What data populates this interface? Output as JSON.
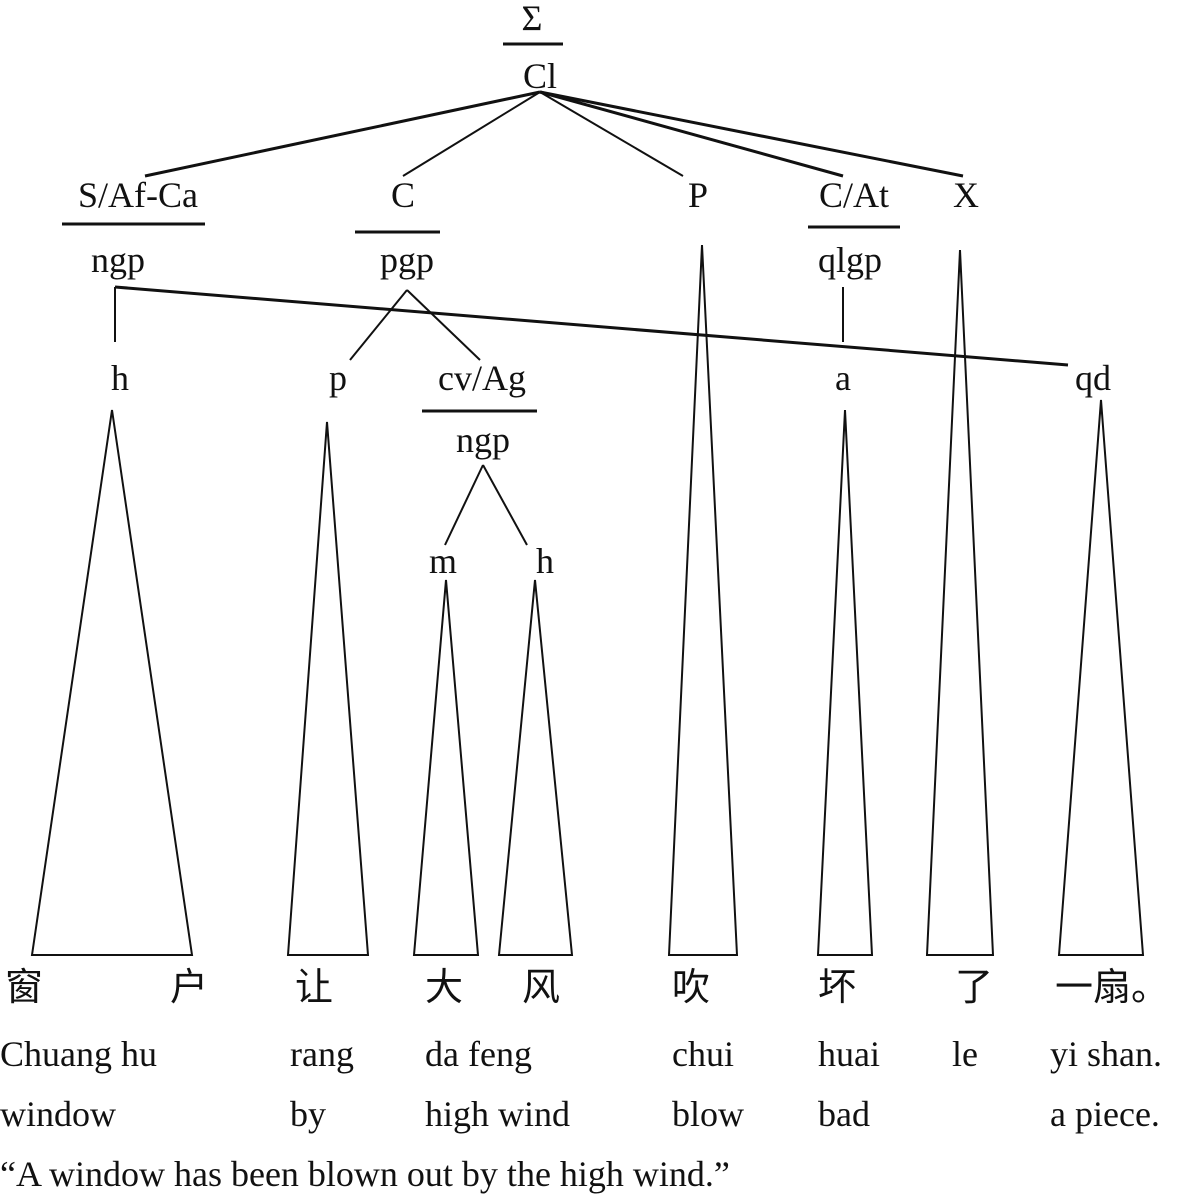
{
  "tree": {
    "root_function": "Σ",
    "root_class": "Cl",
    "level1": {
      "subject": {
        "function": "S/Af-Ca",
        "class": "ngp"
      },
      "complement": {
        "function": "C",
        "class": "pgp"
      },
      "predicator": {
        "function": "P"
      },
      "attribute": {
        "function": "C/At",
        "class": "qlgp"
      },
      "auxiliary": {
        "function": "X"
      }
    },
    "level2": {
      "head": "h",
      "preposition": "p",
      "completive": {
        "function": "cv/Ag",
        "class": "ngp"
      },
      "apex": "a",
      "quantifying_determiner": "qd"
    },
    "level3": {
      "modifier": "m",
      "head": "h"
    }
  },
  "sentence": {
    "chinese": [
      "窗",
      "户",
      "让",
      "大",
      "风",
      "吹",
      "坏",
      "了",
      "一扇。"
    ],
    "pinyin": [
      "Chuang hu",
      "rang",
      "da feng",
      "chui",
      "huai",
      "le",
      "yi shan."
    ],
    "gloss": [
      "window",
      "by",
      "high wind",
      "blow",
      "bad",
      "a piece."
    ],
    "translation": "“A window has been blown out by the high wind.”"
  }
}
